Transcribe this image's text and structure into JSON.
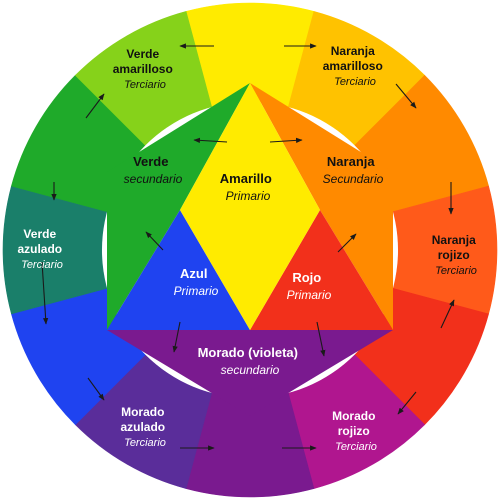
{
  "colors": {
    "amarillo": "#ffeb00",
    "naranja_amarilloso": "#ffc200",
    "naranja": "#ff8a00",
    "naranja_rojizo": "#ff5a1a",
    "rojo": "#f2301b",
    "morado_rojizo": "#b0168f",
    "morado": "#7a1a8f",
    "morado_azulado": "#5a2d9a",
    "azul": "#1f43f0",
    "verde_azulado": "#1a7f6a",
    "verde": "#1faa2a",
    "verde_amarilloso": "#86d21a",
    "text_dark": "#111111",
    "text_light": "#ffffff"
  },
  "primary": {
    "amarillo": {
      "name": "Amarillo",
      "type": "Primario"
    },
    "azul": {
      "name": "Azul",
      "type": "Primario"
    },
    "rojo": {
      "name": "Rojo",
      "type": "Primario"
    }
  },
  "secondary": {
    "verde": {
      "name": "Verde",
      "type": "secundario"
    },
    "naranja": {
      "name": "Naranja",
      "type": "Secundario"
    },
    "morado": {
      "name": "Morado (violeta)",
      "type": "secundario"
    }
  },
  "tertiary": {
    "verde_amarilloso": {
      "line1": "Verde",
      "line2": "amarilloso",
      "type": "Terciario"
    },
    "naranja_amarilloso": {
      "line1": "Naranja",
      "line2": "amarilloso",
      "type": "Terciario"
    },
    "verde_azulado": {
      "line1": "Verde",
      "line2": "azulado",
      "type": "Terciario"
    },
    "naranja_rojizo": {
      "line1": "Naranja",
      "line2": "rojizo",
      "type": "Terciario"
    },
    "morado_azulado": {
      "line1": "Morado",
      "line2": "azulado",
      "type": "Terciario"
    },
    "morado_rojizo": {
      "line1": "Morado",
      "line2": "rojizo",
      "type": "Terciario"
    }
  }
}
